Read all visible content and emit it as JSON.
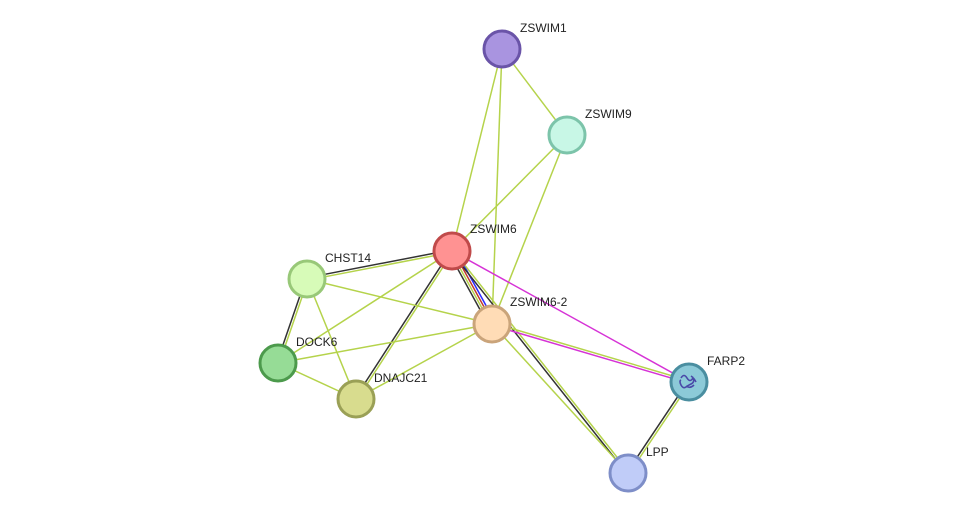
{
  "network": {
    "nodes": [
      {
        "id": "ZSWIM1",
        "label": "ZSWIM1",
        "fill": "#a994e0",
        "stroke": "#6a54a8"
      },
      {
        "id": "ZSWIM9",
        "label": "ZSWIM9",
        "fill": "#c8f7e6",
        "stroke": "#7cc4aa"
      },
      {
        "id": "ZSWIM6",
        "label": "ZSWIM6",
        "fill": "#ff9292",
        "stroke": "#c04a4a"
      },
      {
        "id": "CHST14",
        "label": "CHST14",
        "fill": "#d7fbb8",
        "stroke": "#98c878"
      },
      {
        "id": "ZSWIM6-2",
        "label": "ZSWIM6-2",
        "fill": "#ffdcb6",
        "stroke": "#caa47a"
      },
      {
        "id": "DOCK6",
        "label": "DOCK6",
        "fill": "#96dc96",
        "stroke": "#4c9a4c"
      },
      {
        "id": "DNAJC21",
        "label": "DNAJC21",
        "fill": "#d8dc8e",
        "stroke": "#9aa056"
      },
      {
        "id": "FARP2",
        "label": "FARP2",
        "fill": "#8ccad8",
        "stroke": "#4a8ea0",
        "icon": "protein-structure-icon"
      },
      {
        "id": "LPP",
        "label": "LPP",
        "fill": "#c0ccf8",
        "stroke": "#7e8ec8"
      }
    ],
    "edges": [
      {
        "source": "ZSWIM1",
        "target": "ZSWIM9",
        "colors": [
          "#b5d34b"
        ]
      },
      {
        "source": "ZSWIM1",
        "target": "ZSWIM6",
        "colors": [
          "#b5d34b"
        ]
      },
      {
        "source": "ZSWIM1",
        "target": "ZSWIM6-2",
        "colors": [
          "#b5d34b"
        ]
      },
      {
        "source": "ZSWIM9",
        "target": "ZSWIM6",
        "colors": [
          "#b5d34b"
        ]
      },
      {
        "source": "ZSWIM9",
        "target": "ZSWIM6-2",
        "colors": [
          "#b5d34b"
        ]
      },
      {
        "source": "ZSWIM6",
        "target": "CHST14",
        "colors": [
          "#b5d34b",
          "#333333"
        ]
      },
      {
        "source": "ZSWIM6",
        "target": "ZSWIM6-2",
        "colors": [
          "#2b2bff",
          "#c0392b",
          "#b5d34b",
          "#333333"
        ]
      },
      {
        "source": "ZSWIM6",
        "target": "DOCK6",
        "colors": [
          "#b5d34b"
        ]
      },
      {
        "source": "ZSWIM6",
        "target": "DNAJC21",
        "colors": [
          "#b5d34b",
          "#333333"
        ]
      },
      {
        "source": "ZSWIM6",
        "target": "FARP2",
        "colors": [
          "#d633d6"
        ]
      },
      {
        "source": "ZSWIM6",
        "target": "LPP",
        "colors": [
          "#b5d34b",
          "#333333"
        ]
      },
      {
        "source": "CHST14",
        "target": "DOCK6",
        "colors": [
          "#b5d34b",
          "#333333"
        ]
      },
      {
        "source": "CHST14",
        "target": "DNAJC21",
        "colors": [
          "#b5d34b"
        ]
      },
      {
        "source": "CHST14",
        "target": "ZSWIM6-2",
        "colors": [
          "#b5d34b"
        ]
      },
      {
        "source": "ZSWIM6-2",
        "target": "DOCK6",
        "colors": [
          "#b5d34b"
        ]
      },
      {
        "source": "ZSWIM6-2",
        "target": "DNAJC21",
        "colors": [
          "#b5d34b"
        ]
      },
      {
        "source": "ZSWIM6-2",
        "target": "FARP2",
        "colors": [
          "#b5d34b",
          "#d633d6"
        ]
      },
      {
        "source": "ZSWIM6-2",
        "target": "LPP",
        "colors": [
          "#b5d34b"
        ]
      },
      {
        "source": "DOCK6",
        "target": "DNAJC21",
        "colors": [
          "#b5d34b"
        ]
      },
      {
        "source": "FARP2",
        "target": "LPP",
        "colors": [
          "#b5d34b",
          "#333333"
        ]
      }
    ]
  }
}
